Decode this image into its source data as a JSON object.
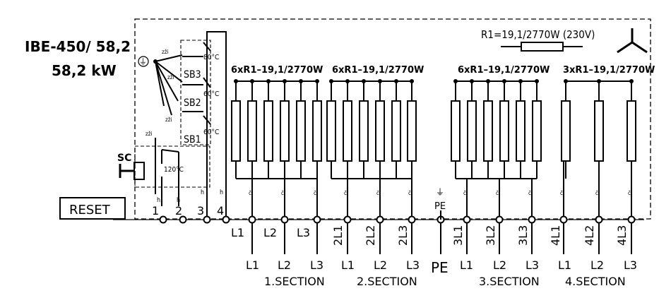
{
  "model": "IBE-450/  58,2",
  "power": "58,2  kW",
  "resistor_spec": "R1=19,1/2770W (230V)",
  "controls": {
    "earth_symbol": "⏚",
    "sb3": "SB3",
    "sb2": "SB2",
    "sb1": "SB1",
    "sc": "SC",
    "sb_temp_top": "80°C",
    "sb_temp_mid": "60°C",
    "sb_temp_low": "60°C",
    "sc_temp": "120°C",
    "zzi": "zži",
    "h": "h",
    "reset": "RESET",
    "terminals": [
      "1",
      "2",
      "3",
      "4"
    ]
  },
  "groups": [
    {
      "label": "6xR1–19,1/2770W"
    },
    {
      "label": "6xR1–19,1/2770W"
    },
    {
      "label": "6xR1–19,1/2770W"
    },
    {
      "label": "3xR1–19,1/2770W"
    }
  ],
  "inner_labels": {
    "s1": [
      "L1",
      "L2",
      "L3"
    ],
    "s2": [
      "2L1",
      "2L2",
      "2L3"
    ],
    "pe": "PE",
    "s3": [
      "3L1",
      "3L2",
      "3L3"
    ],
    "s4": [
      "4L1",
      "4L2",
      "4L3"
    ]
  },
  "outer_labels": [
    "L1",
    "L2",
    "L3",
    "L1",
    "L2",
    "L3",
    "PE",
    "L1",
    "L2",
    "L3",
    "L1",
    "L2",
    "L3"
  ],
  "wire_marker": "č",
  "sections": [
    "1.SECTION",
    "2.SECTION",
    "3.SECTION",
    "4.SECTION"
  ]
}
